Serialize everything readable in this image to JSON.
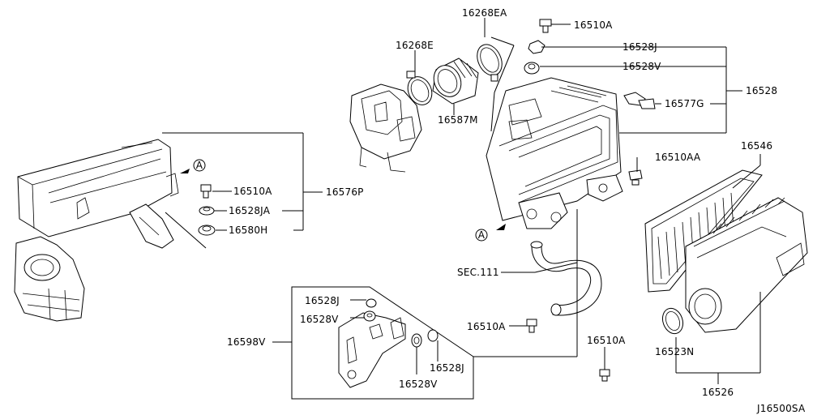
{
  "diagram_id": "J16500SA",
  "section_ref": "SEC.111",
  "callout_letter": "A",
  "parts": {
    "p16268EA": "16268EA",
    "p16510A_top": "16510A",
    "p16268E": "16268E",
    "p16528J_top": "16528J",
    "p16528V_top": "16528V",
    "p16528": "16528",
    "p16577G": "16577G",
    "p16587M": "16587M",
    "p16546": "16546",
    "p16510AA": "16510AA",
    "p16510A_left": "16510A",
    "p16528JA": "16528JA",
    "p16580H": "16580H",
    "p16576P": "16576P",
    "p16528J_box": "16528J",
    "p16528V_box": "16528V",
    "p16598V": "16598V",
    "p16528J_box2": "16528J",
    "p16528V_box2": "16528V",
    "p16510A_mid": "16510A",
    "p16510A_bot": "16510A",
    "p16523N": "16523N",
    "p16526": "16526"
  }
}
